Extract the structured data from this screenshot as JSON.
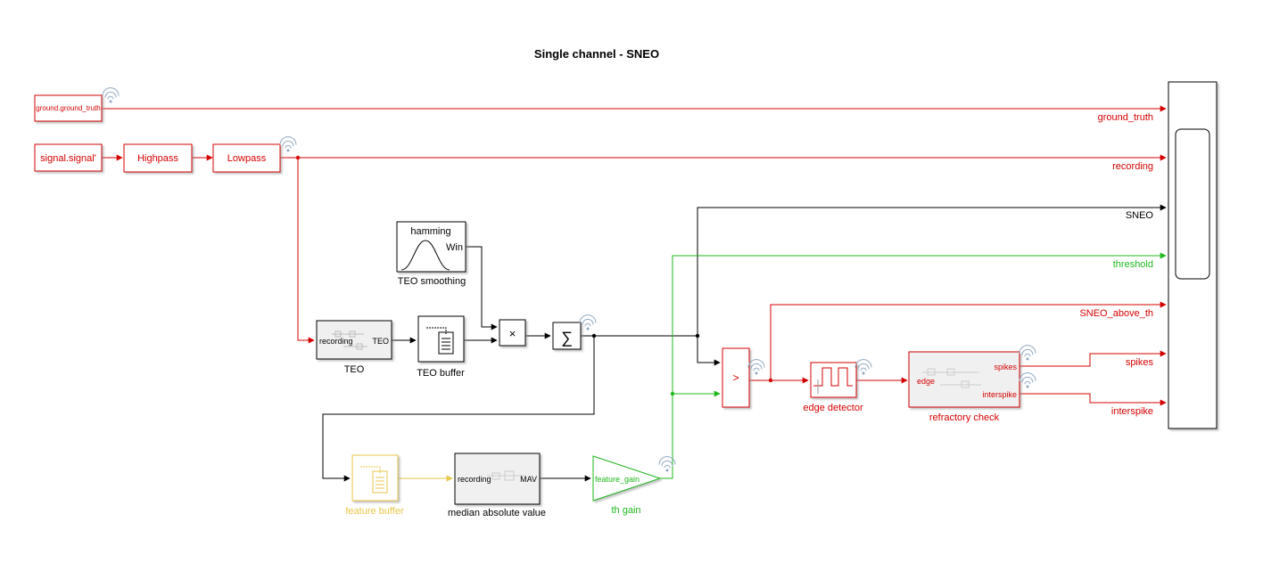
{
  "title": "Single channel - SNEO",
  "colors": {
    "red": "#d40000",
    "black": "#000000",
    "green": "#1fb81f",
    "gold": "#e8c54a",
    "wifi": "#8fa8c0"
  },
  "blocks": {
    "ground_truth_source": "ground.ground_truth",
    "signal_source": "signal.signal'",
    "highpass": "Highpass",
    "lowpass": "Lowpass",
    "hamming": "hamming",
    "hamming_port": "Win",
    "teo_smoothing": "TEO smoothing",
    "teo_in": "recording",
    "teo_out": "TEO",
    "teo_label": "TEO",
    "teo_buffer": "TEO buffer",
    "product_symbol": "×",
    "sum_symbol": "∑",
    "compare_symbol": ">",
    "edge_detector": "edge detector",
    "refractory_in": "edge",
    "refractory_out1": "spikes",
    "refractory_out2": "interspike",
    "refractory_check": "refractory check",
    "feature_buffer": "feature buffer",
    "mav_in": "recording",
    "mav_out": "MAV",
    "mav_label": "median absolute value",
    "gain_inner": "feature_gain",
    "th_gain": "th gain"
  },
  "signals": {
    "ground_truth": "ground_truth",
    "recording": "recording",
    "sneo": "SNEO",
    "threshold": "threshold",
    "sneo_above_th": "SNEO_above_th",
    "spikes": "spikes",
    "interspike": "interspike"
  }
}
